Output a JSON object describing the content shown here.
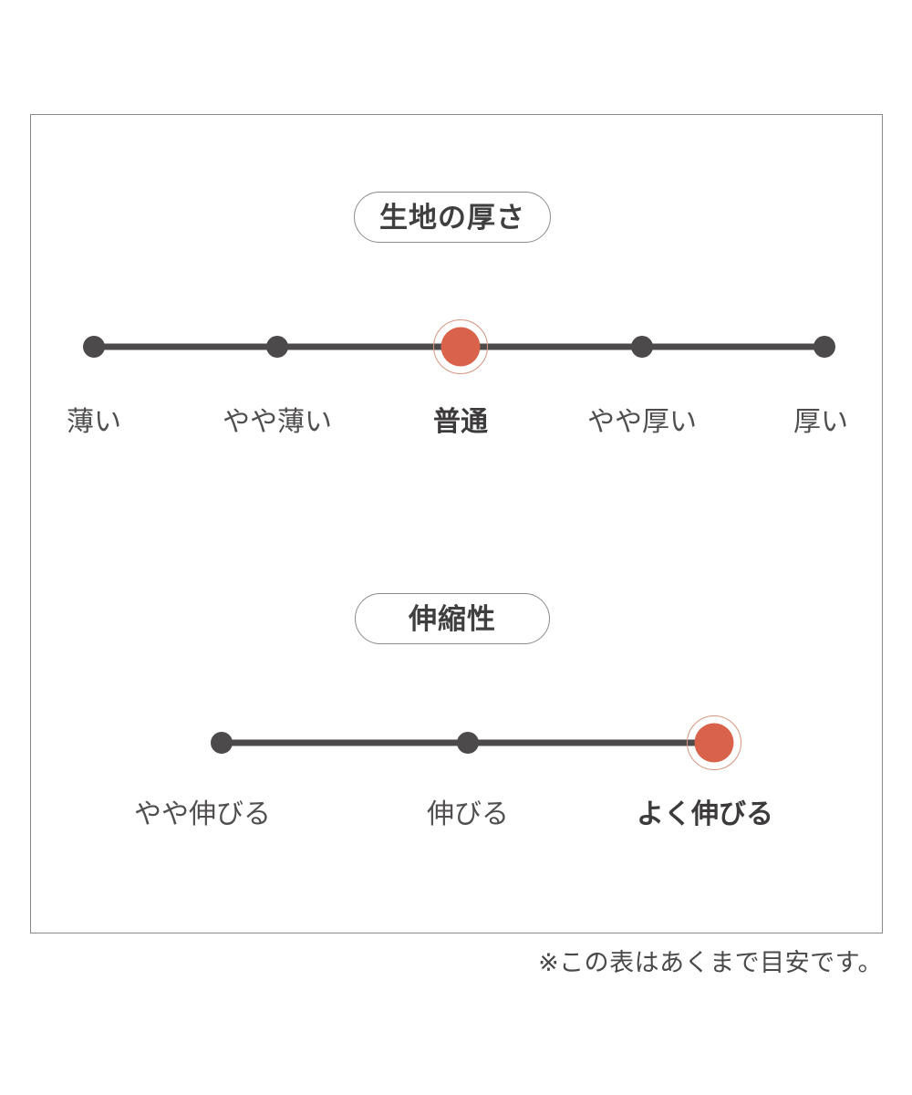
{
  "page": {
    "background_color": "#ffffff",
    "frame_border_color": "#8a8a8a",
    "accent_color": "#d9634a",
    "ring_color": "#d9957f",
    "dot_color": "#4c4a4a",
    "text_color": "#504e4e"
  },
  "sections": [
    {
      "id": "fabric-thickness",
      "badge_label": "生地の厚さ",
      "selected_index": 2,
      "ticks": [
        {
          "label": "薄い",
          "selected": false
        },
        {
          "label": "やや薄い",
          "selected": false
        },
        {
          "label": "普通",
          "selected": true
        },
        {
          "label": "やや厚い",
          "selected": false
        },
        {
          "label": "厚い",
          "selected": false
        }
      ]
    },
    {
      "id": "stretchiness",
      "badge_label": "伸縮性",
      "selected_index": 2,
      "ticks": [
        {
          "label": "やや伸びる",
          "selected": false
        },
        {
          "label": "伸びる",
          "selected": false
        },
        {
          "label": "よく伸びる",
          "selected": true
        }
      ]
    }
  ],
  "footnote": "※この表はあくまで目安です。"
}
